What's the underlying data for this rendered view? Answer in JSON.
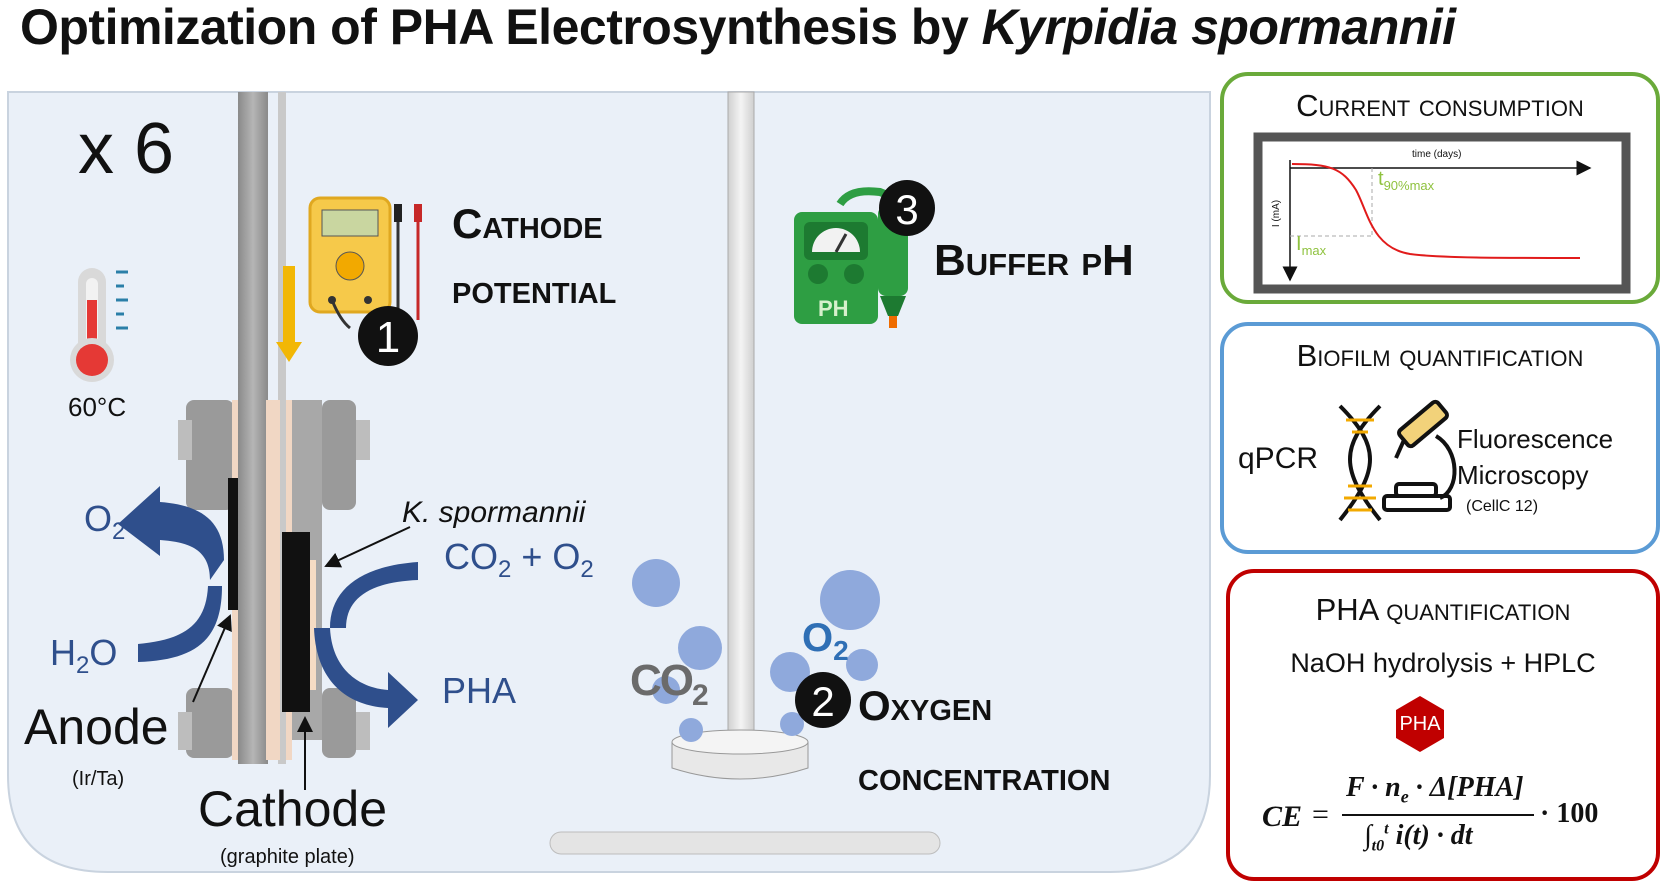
{
  "title": {
    "prefix": "Optimization of PHA Electrosynthesis by ",
    "organism": "Kyrpidia spormannii"
  },
  "reactor": {
    "replicates": "x 6",
    "temperature": "60°C",
    "step1_number": "1",
    "step1_label_line1": "Cathode",
    "step1_label_line2": "potential",
    "step2_number": "2",
    "step2_label_line1": "Oxygen",
    "step2_label_line2": "concentration",
    "step3_number": "3",
    "step3_label": "Buffer pH",
    "ph_meter_text": "PH",
    "anode_label": "Anode",
    "anode_material": "(Ir/Ta)",
    "cathode_label": "Cathode",
    "cathode_material": "(graphite plate)",
    "organism_label": "K. spormannii",
    "o2_out": "O",
    "o2_out_sub": "2",
    "h2o_left": "H",
    "h2o_left_sub": "2",
    "h2o_right": "O",
    "co2_o2_co": "CO",
    "co2_o2_sub1": "2",
    "co2_o2_plus": " + O",
    "co2_o2_sub2": "2",
    "pha_out": "PHA",
    "gas_co2": "CO",
    "gas_co2_sub": "2",
    "gas_o2": "O",
    "gas_o2_sub": "2"
  },
  "current_box": {
    "title": "Current consumption",
    "x_axis_label": "time (days)",
    "y_axis_label": "I (mA)",
    "t90_main": "t",
    "t90_sub": "90%max",
    "imax_main": "I",
    "imax_sub": "max"
  },
  "biofilm_box": {
    "title": "Biofilm quantification",
    "method1": "qPCR",
    "method2_line1": "Fluorescence",
    "method2_line2": "Microscopy",
    "method2_note": "(CellC 12)"
  },
  "pha_box": {
    "title": "PHA quantification",
    "method": "NaOH hydrolysis + HPLC",
    "badge": "PHA",
    "formula_lhs": "CE",
    "formula_eq": "=",
    "numerator": "F · n",
    "numerator_sub": "e",
    "numerator_tail": " · Δ[PHA]",
    "denominator": "∫",
    "denominator_from": "t0",
    "denominator_to": "t",
    "denominator_tail": " i(t) · dt",
    "multiplier": "· 100"
  },
  "colors": {
    "reactor_bg": "#eaf0f8",
    "arrow_blue": "#2f4f8c",
    "bubble": "#8fa9dc",
    "green_border": "#6aaa3a",
    "blue_border": "#5b9bd5",
    "red_border": "#c00000",
    "curve_red": "#e11b1b",
    "label_green": "#8fc23f"
  }
}
